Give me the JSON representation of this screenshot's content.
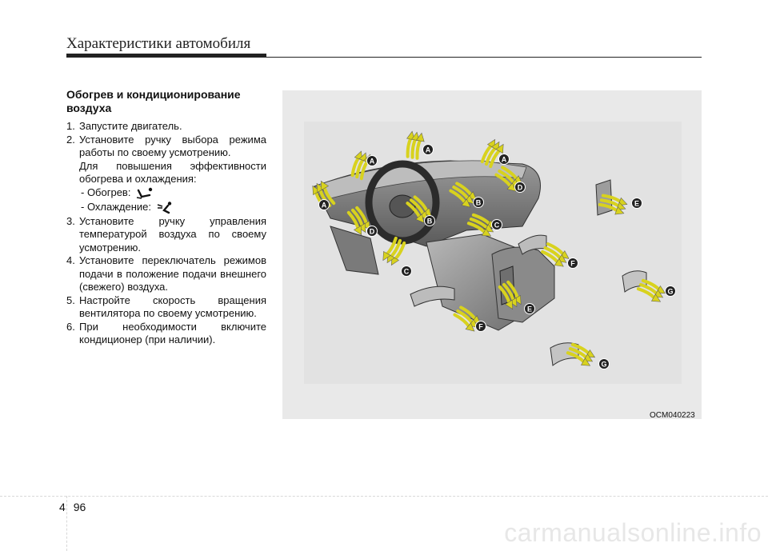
{
  "header": {
    "title": "Характеристики автомобиля"
  },
  "section": {
    "heading": "Обогрев и кондиционирование воздуха",
    "steps": [
      {
        "num": "1.",
        "text": "Запустите двигатель."
      },
      {
        "num": "2.",
        "text": "Установите ручку выбора режима работы по своему усмотрению."
      },
      {
        "num": "3.",
        "text": "Установите ручку управления температурой воздуха по своему усмотрению."
      },
      {
        "num": "4.",
        "text": "Установите переключатель режимов подачи в положение подачи внешнего (свежего) воздуха."
      },
      {
        "num": "5.",
        "text": "Настройте скорость вращения вентилятора по своему усмотрению."
      },
      {
        "num": "6.",
        "text": "При необходимости включите кондиционер (при наличии)."
      }
    ],
    "step2_note": "Для повышения эффективности обогрева и охлаждения:",
    "modes": [
      {
        "label": "- Обогрев:",
        "icon": "heat-mode-icon"
      },
      {
        "label": "- Охлаждение:",
        "icon": "cool-mode-icon"
      }
    ]
  },
  "figure": {
    "caption": "OCM040223",
    "labels": [
      "A",
      "A",
      "A",
      "A",
      "B",
      "B",
      "C",
      "C",
      "D",
      "D",
      "E",
      "E",
      "F",
      "F",
      "G",
      "G"
    ],
    "arrow_color": "#d8d21e",
    "badge_color": "#222222"
  },
  "footer": {
    "chapter": "4",
    "page": "96"
  },
  "watermark": "carmanualsonline.info"
}
